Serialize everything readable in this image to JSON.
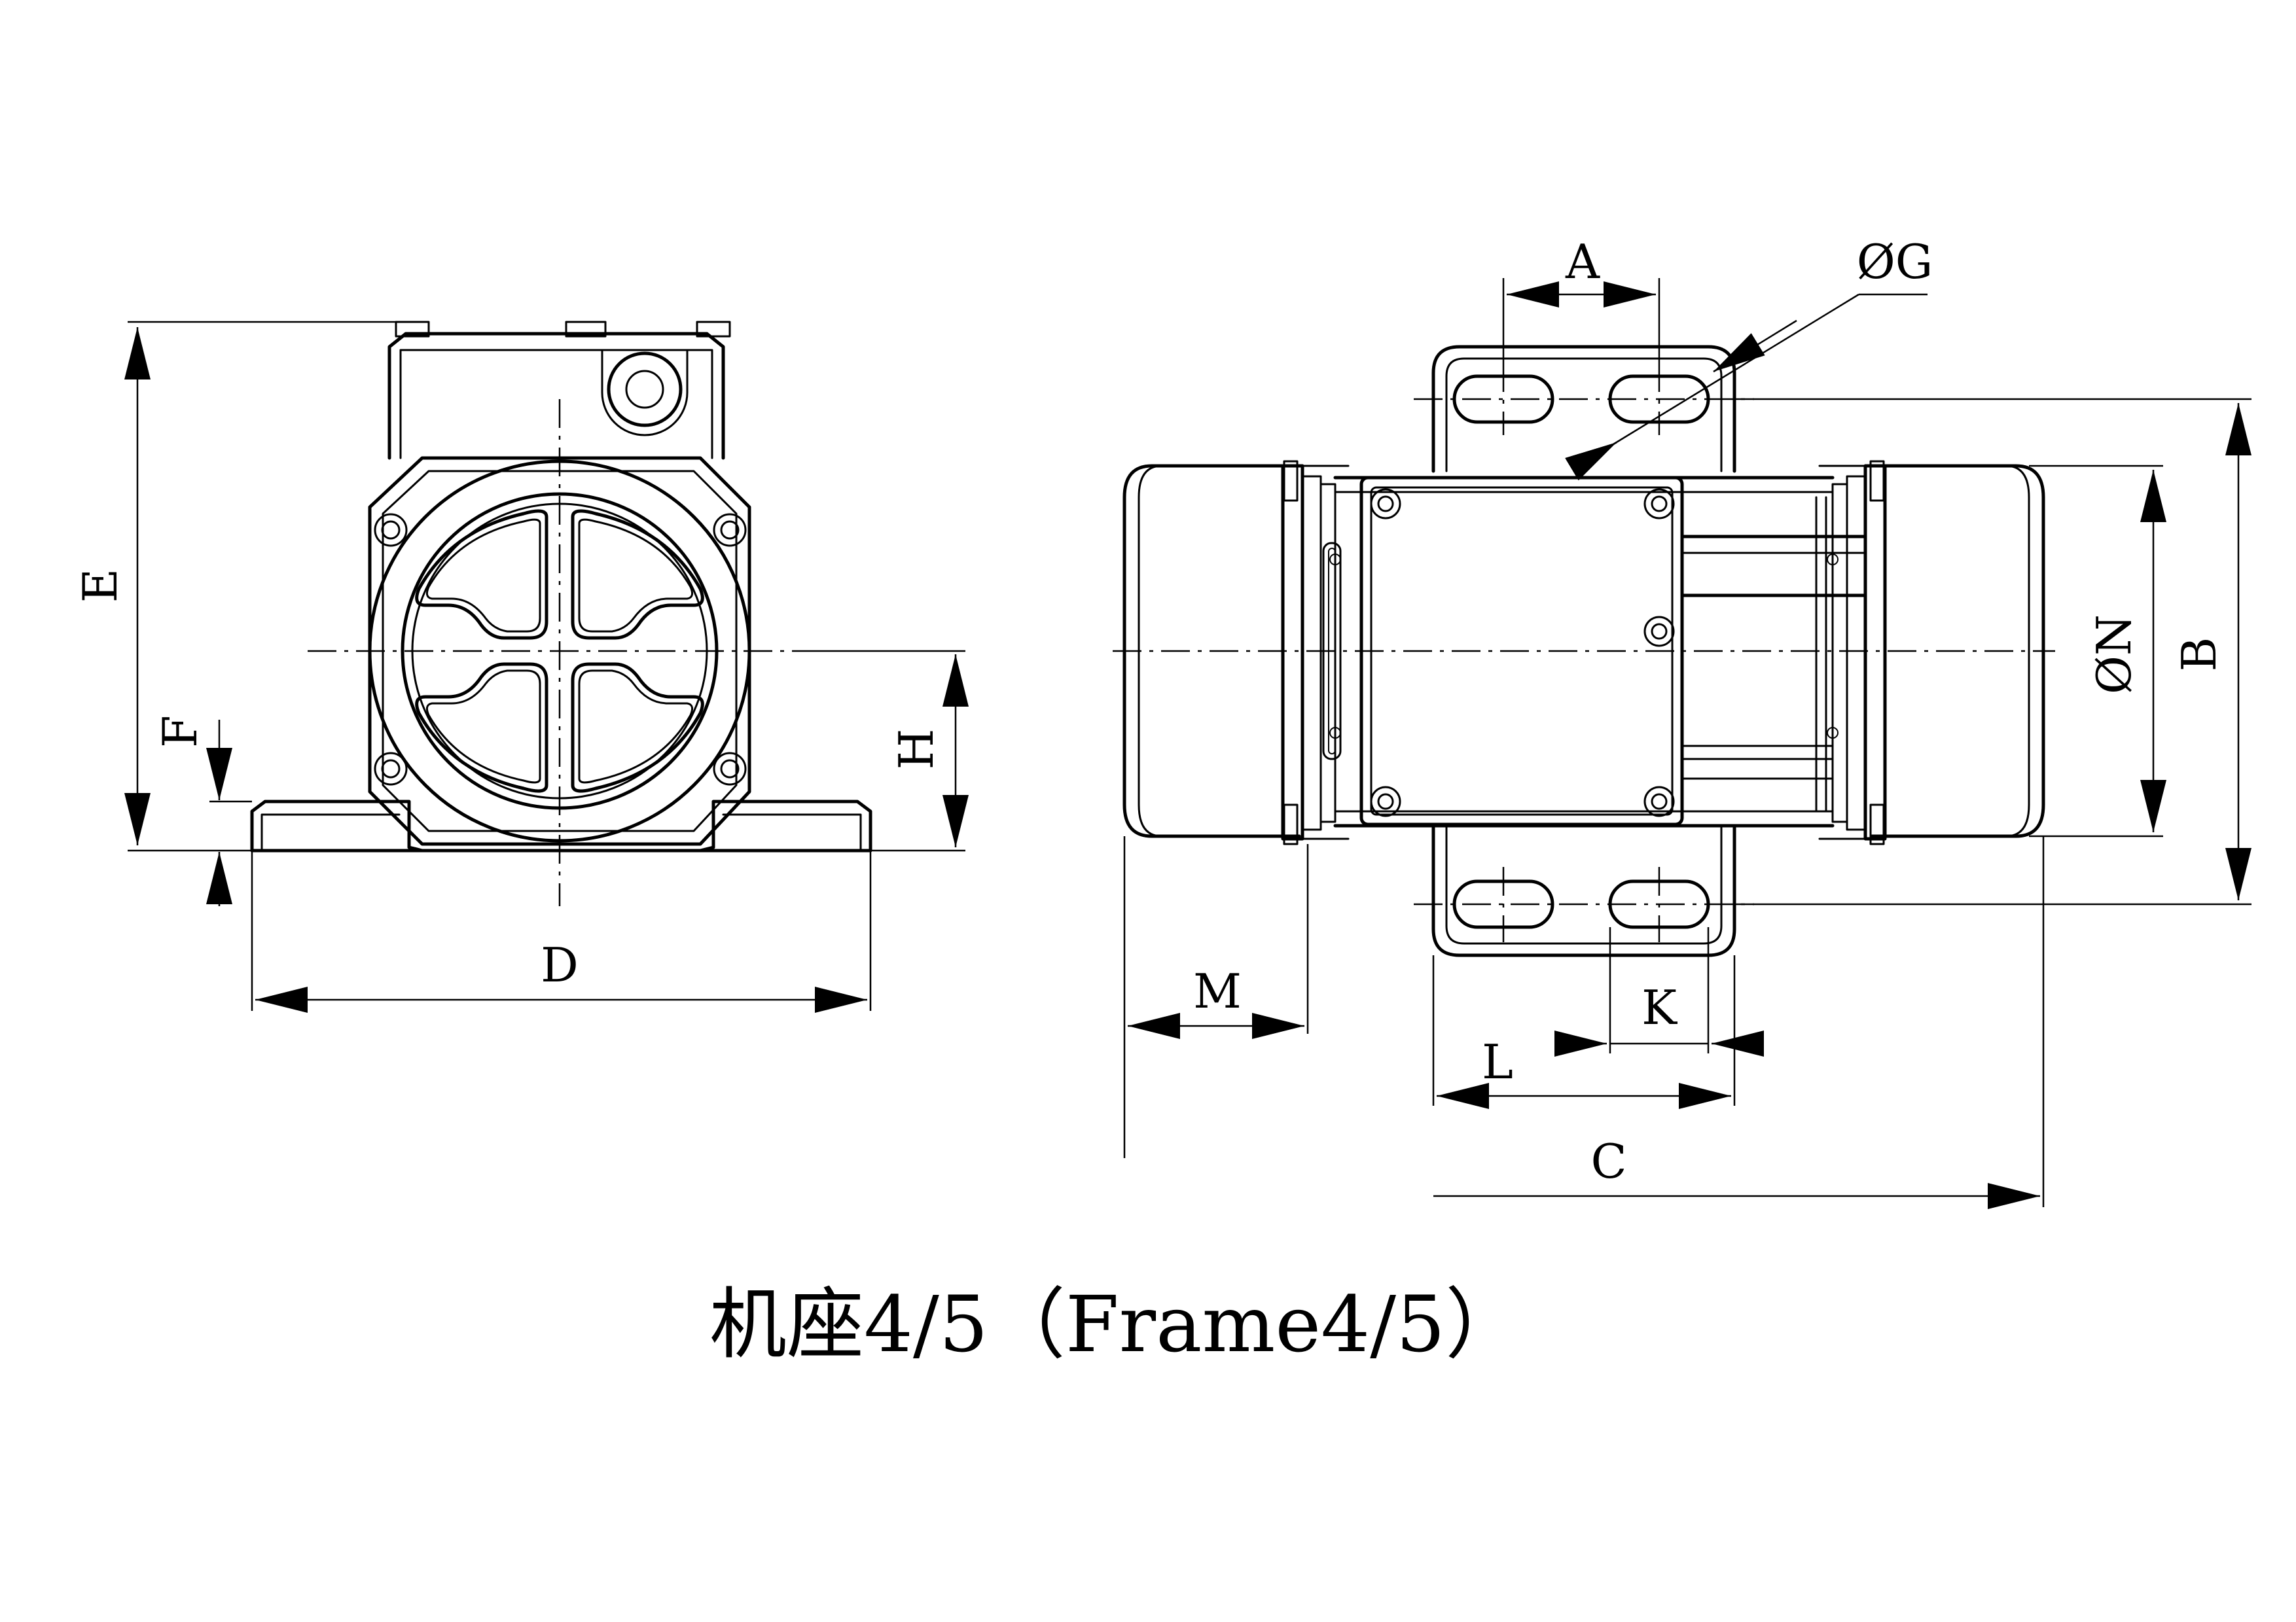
{
  "caption": "机座4/5（Frame4/5）",
  "dimension_labels": {
    "A": "A",
    "B": "B",
    "C": "C",
    "D": "D",
    "E": "E",
    "F": "F",
    "G": "ØG",
    "H": "H",
    "K": "K",
    "L": "L",
    "M": "M",
    "N": "ØN"
  }
}
